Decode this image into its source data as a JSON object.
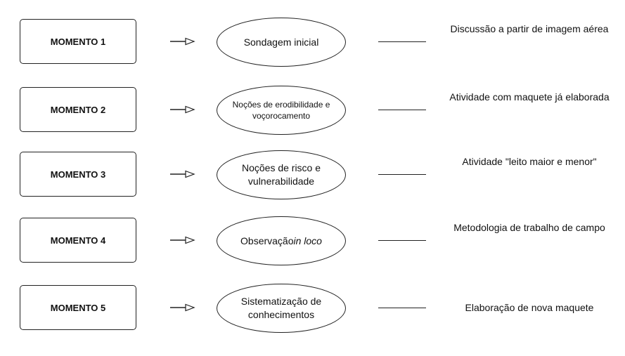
{
  "rows": [
    {
      "moment": "MOMENTO 1",
      "topic": "Sondagem inicial",
      "topic_html": "Sondagem inicial",
      "activity": "Discussão a partir de imagem aérea"
    },
    {
      "moment": "MOMENTO 2",
      "topic": "Noções de erodibilidade e voçorocamento",
      "topic_html": "Noções de erodibilidade e voçorocamento",
      "activity": "Atividade com maquete já elaborada"
    },
    {
      "moment": "MOMENTO 3",
      "topic": "Noções de risco e vulnerabilidade",
      "topic_html": "Noções de risco e vulnerabilidade",
      "activity": "Atividade \"leito maior e menor\""
    },
    {
      "moment": "MOMENTO 4",
      "topic": "Observação in loco",
      "topic_html": "Observação <i>in loco</i>",
      "activity": "Metodologia de trabalho de campo"
    },
    {
      "moment": "MOMENTO 5",
      "topic": "Sistematização de conhecimentos",
      "topic_html": "Sistematização de conhecimentos",
      "activity": "Elaboração de nova maquete"
    }
  ]
}
